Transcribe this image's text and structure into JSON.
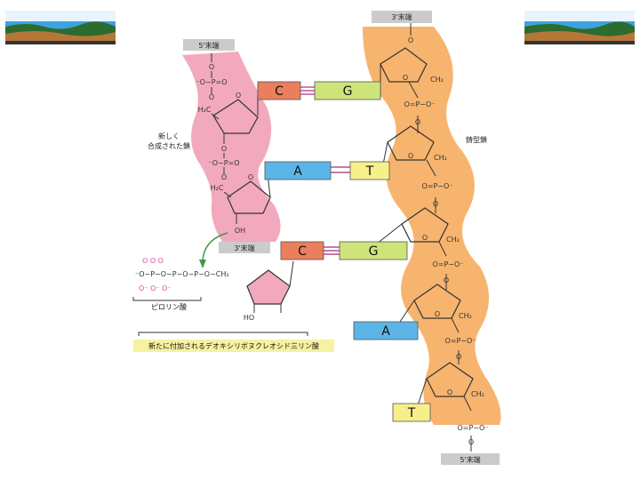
{
  "labels": {
    "new_strand_top": "5'末端",
    "new_strand_bottom": "3'末端",
    "template_top": "3'末端",
    "template_bottom": "5'末端",
    "new_strand_name_1": "新しく",
    "new_strand_name_2": "合成された鎖",
    "template_name": "鋳型鎖",
    "pyrophosphate": "ピロリン酸",
    "caption": "新たに付加されるデオキシリボヌクレオシド三リン酸"
  },
  "bases": {
    "pair1_left": "C",
    "pair1_right": "G",
    "pair2_left": "A",
    "pair2_right": "T",
    "pair3_left": "C",
    "pair3_right": "G",
    "single1": "A",
    "single2": "T"
  },
  "chem": {
    "o": "O",
    "p": "P",
    "oh": "OH",
    "ho": "HO",
    "h2c": "H₂C",
    "ch2": "CH₂",
    "ominus_p": "⁻O−P=O",
    "o_p_ominus": "O=P−O⁻",
    "triphosphate_top": "O      O      O",
    "triphosphate_mid": "⁻O−P−O−P−O−P−O−CH₂",
    "triphosphate_bot": "O⁻    O⁻    O⁻"
  },
  "colors": {
    "new_strand": "#f2a9bd",
    "template_strand": "#f7b46e",
    "C": "#ea7e5d",
    "G": "#cde47b",
    "A": "#5cb5e7",
    "T": "#f5f08a",
    "tag": "#cbcbcb",
    "caption_bg": "#f7f1a1",
    "arrow": "#3d9a4c",
    "phosphate_pink": "#e64aa3"
  }
}
